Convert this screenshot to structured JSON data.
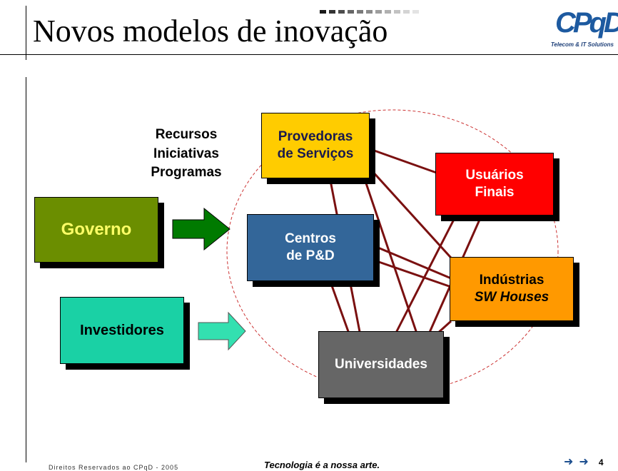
{
  "header": {
    "title": "Novos modelos de inovação",
    "logo": {
      "mark": "CPqD",
      "subtitle": "Telecom & IT Solutions"
    },
    "dot_colors": [
      "#1a1a1a",
      "#333",
      "#4d4d4d",
      "#666",
      "#7a7a7a",
      "#8c8c8c",
      "#9e9e9e",
      "#b0b0b0",
      "#c2c2c2",
      "#d4d4d4",
      "#e3e3e3"
    ]
  },
  "diagram": {
    "resources": [
      "Recursos",
      "Iniciativas",
      "Programas"
    ],
    "nodes": {
      "governo": {
        "label": "Governo",
        "bg": "#6b8e00",
        "color": "#ffff66"
      },
      "investidores": {
        "label": "Investidores",
        "bg": "#1ad1a5",
        "color": "#000000"
      },
      "provedoras": {
        "lines": [
          "Provedoras",
          "de Serviços"
        ],
        "bg": "#ffcc00",
        "color": "#1a1a4d"
      },
      "usuarios": {
        "lines": [
          "Usuários",
          "Finais"
        ],
        "bg": "#ff0000",
        "color": "#ffffff"
      },
      "centros": {
        "lines": [
          "Centros",
          "de P&D"
        ],
        "bg": "#336699",
        "color": "#ffffff"
      },
      "industrias": {
        "lines": [
          "Indústrias",
          "SW Houses"
        ],
        "bg": "#ff9900",
        "color": "#000000"
      },
      "universidades": {
        "label": "Universidades",
        "bg": "#666666",
        "color": "#ffffff"
      }
    },
    "colors": {
      "link": "#7a1010",
      "arrow_dark": "#007a00",
      "arrow_light": "#33e0b0",
      "circle": "#cc3333"
    }
  },
  "footer": {
    "copyright": "Direitos Reservados ao CPqD - 2005",
    "tagline": "Tecnologia é a nossa arte.",
    "page": "4"
  }
}
